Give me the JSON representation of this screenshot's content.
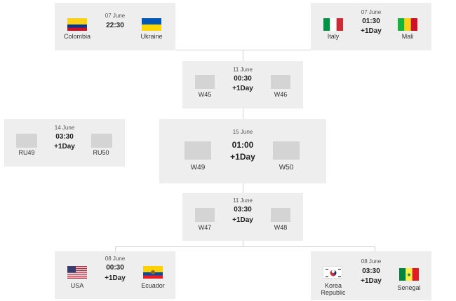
{
  "bracket": {
    "match_top_left": {
      "date": "07 June",
      "time": "22:30",
      "home": {
        "name": "Colombia",
        "flag": "colombia-flag"
      },
      "away": {
        "name": "Ukraine",
        "flag": "ukraine-flag"
      }
    },
    "match_top_right": {
      "date": "07 June",
      "time": "01:30",
      "extra": "+1Day",
      "home": {
        "name": "Italy",
        "flag": "italy-flag"
      },
      "away": {
        "name": "Mali",
        "flag": "mali-flag"
      }
    },
    "semi_top": {
      "date": "11 June",
      "time": "00:30",
      "extra": "+1Day",
      "home": "W45",
      "away": "W46"
    },
    "third_place": {
      "date": "14 June",
      "time": "03:30",
      "extra": "+1Day",
      "home": "RU49",
      "away": "RU50"
    },
    "final": {
      "date": "15 June",
      "time": "01:00",
      "extra": "+1Day",
      "home": "W49",
      "away": "W50"
    },
    "semi_bottom": {
      "date": "11 June",
      "time": "03:30",
      "extra": "+1Day",
      "home": "W47",
      "away": "W48"
    },
    "match_bottom_left": {
      "date": "08 June",
      "time": "00:30",
      "extra": "+1Day",
      "home": {
        "name": "USA",
        "flag": "usa-flag"
      },
      "away": {
        "name": "Ecuador",
        "flag": "ecuador-flag"
      }
    },
    "match_bottom_right": {
      "date": "08 June",
      "time": "03:30",
      "extra": "+1Day",
      "home": {
        "name_line1": "Korea",
        "name_line2": "Republic",
        "flag": "korea-republic-flag"
      },
      "away": {
        "name": "Senegal",
        "flag": "senegal-flag"
      }
    }
  },
  "colors": {
    "box_bg": "#eeeeee",
    "placeholder": "#d4d4d4",
    "connector": "#d3d3d3"
  }
}
